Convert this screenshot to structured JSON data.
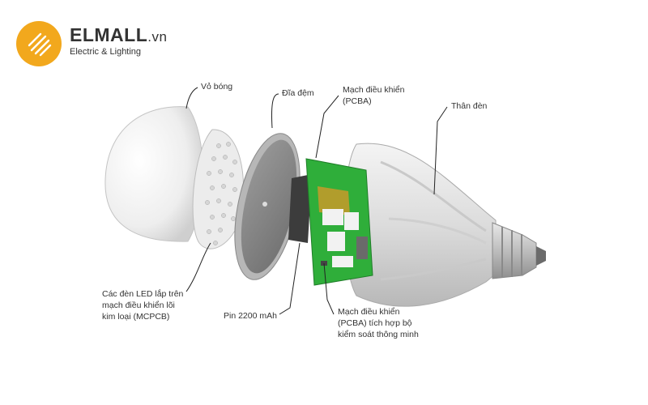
{
  "brand": {
    "name": "ELMALL",
    "domain": ".vn",
    "tagline": "Electric & Lighting",
    "accent_color": "#f2a81d"
  },
  "labels": {
    "dome": "Vỏ bóng",
    "gasket": "Đĩa đệm",
    "pcba_top_line1": "Mạch điều khiển",
    "pcba_top_line2": "(PCBA)",
    "body": "Thân đèn",
    "led_line1": "Các đèn LED lắp trên",
    "led_line2": "mạch điều khiển lõi",
    "led_line3": "kim loại (MCPCB)",
    "battery": "Pin 2200 mAh",
    "pcba_bottom_line1": "Mạch điều khiển",
    "pcba_bottom_line2": "(PCBA) tích hợp bộ",
    "pcba_bottom_line3": "kiểm soát thông minh"
  },
  "colors": {
    "pcb_green": "#2fae3a",
    "text": "#333333"
  }
}
